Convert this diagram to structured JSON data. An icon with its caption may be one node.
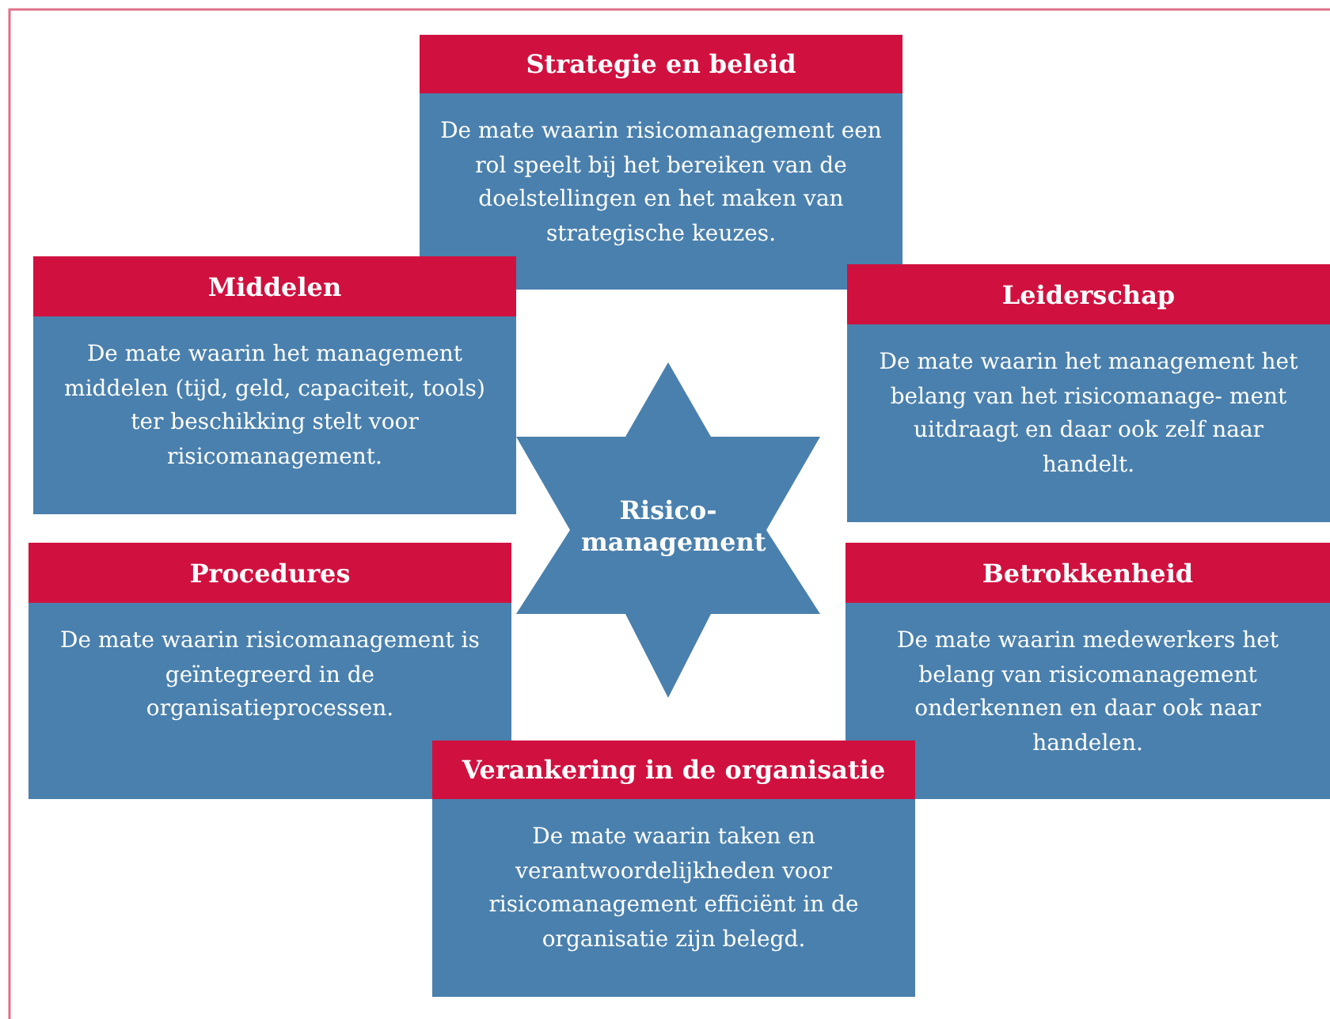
{
  "diagram": {
    "nodes": [
      {
        "text": [
          "Strategie en beleid",
          "De mate waarin risicomanagement een rol speelt bij het bereiken van de doelstellingen en het maken van strategische keuzes."
        ]
      },
      {
        "text": [
          "Middelen",
          "De mate waarin het management middelen (tijd, geld, capaciteit, tools) ter beschikking stelt voor risicomanagement."
        ]
      },
      {
        "text": [
          "Leiderschap",
          "De mate waarin het management het belang van het risicomanage- ment uitdraagt en daar ook zelf naar handelt."
        ]
      },
      {
        "text": [
          "Risico- management"
        ]
      },
      {
        "text": [
          "Procedures",
          "De mate waarin risicomanagement is geïntegreerd in de organisatieprocessen."
        ]
      },
      {
        "text": [
          "Betrokkenheid",
          "De mate waarin medewerkers het belang van risicomanagement onderkennen en daar ook naar handelen."
        ]
      },
      {
        "text": [
          "Verankering in de organisatie",
          "De mate waarin taken en verantwoordelijkheden voor risicomanagement efficiënt in de organisatie zijn belegd."
        ]
      }
    ]
  }
}
